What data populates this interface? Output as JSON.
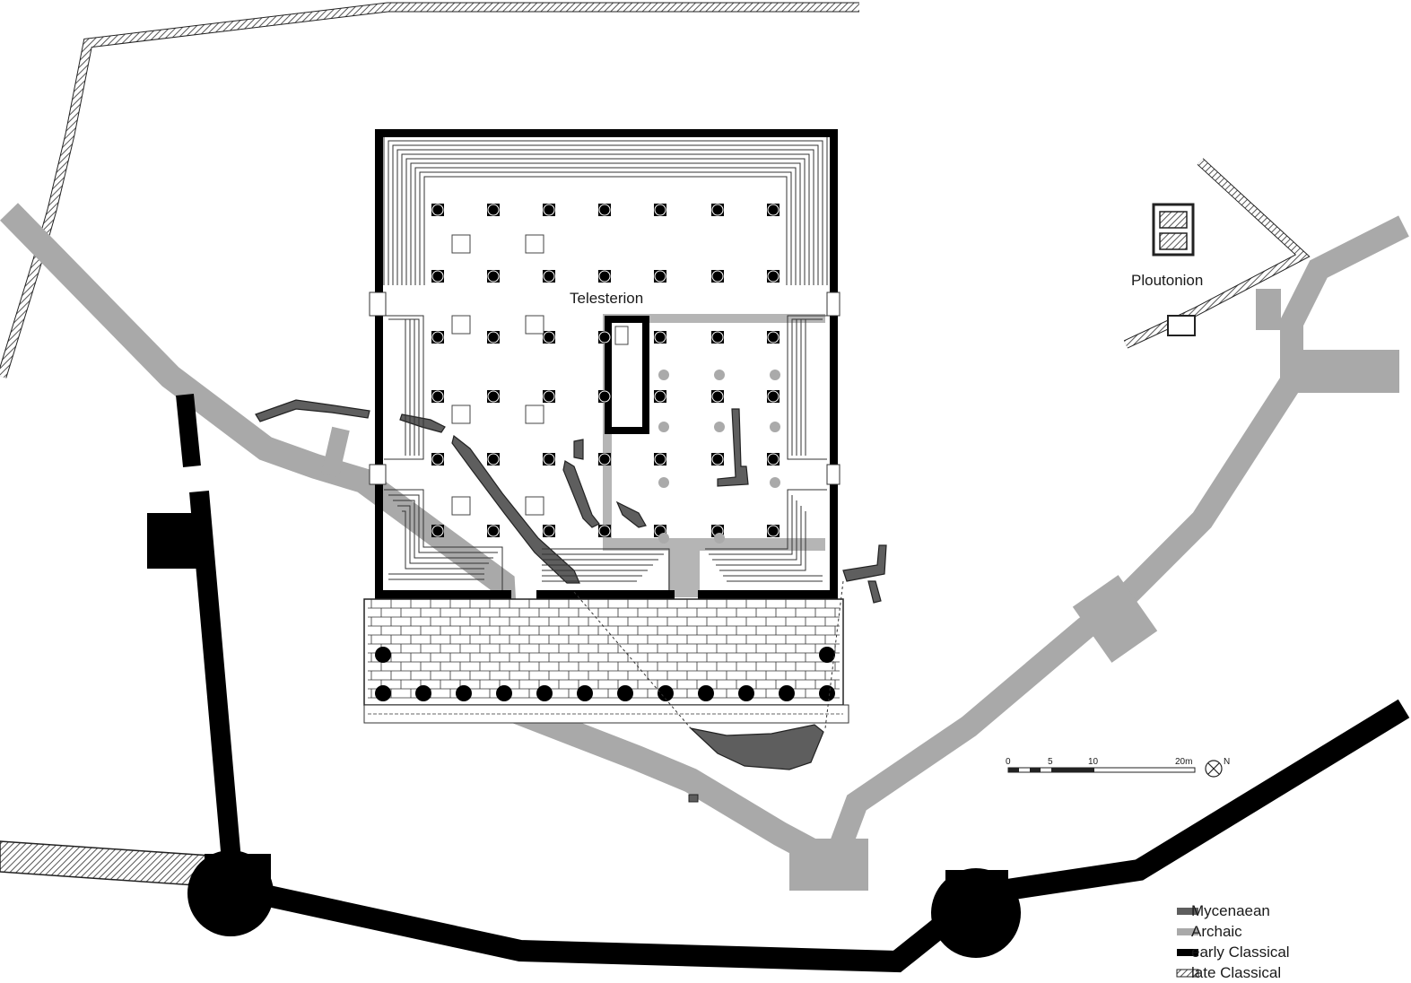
{
  "labels": {
    "telesterion": "Telesterion",
    "ploutonion": "Ploutonion"
  },
  "scale": {
    "ticks": [
      "0",
      "5",
      "10",
      "20m"
    ],
    "north": "N"
  },
  "legend": [
    {
      "label": "Mycenaean",
      "color": "#5e5e5e",
      "pattern": "solid"
    },
    {
      "label": "Archaic",
      "color": "#a9a9a9",
      "pattern": "solid"
    },
    {
      "label": "early Classical",
      "color": "#000000",
      "pattern": "solid"
    },
    {
      "label": "late Classical",
      "color": "#555555",
      "pattern": "hatch"
    }
  ],
  "colors": {
    "mycenaean": "#5e5e5e",
    "archaic": "#a9a9a9",
    "early_classical": "#000000",
    "late_classical": "#555555"
  }
}
